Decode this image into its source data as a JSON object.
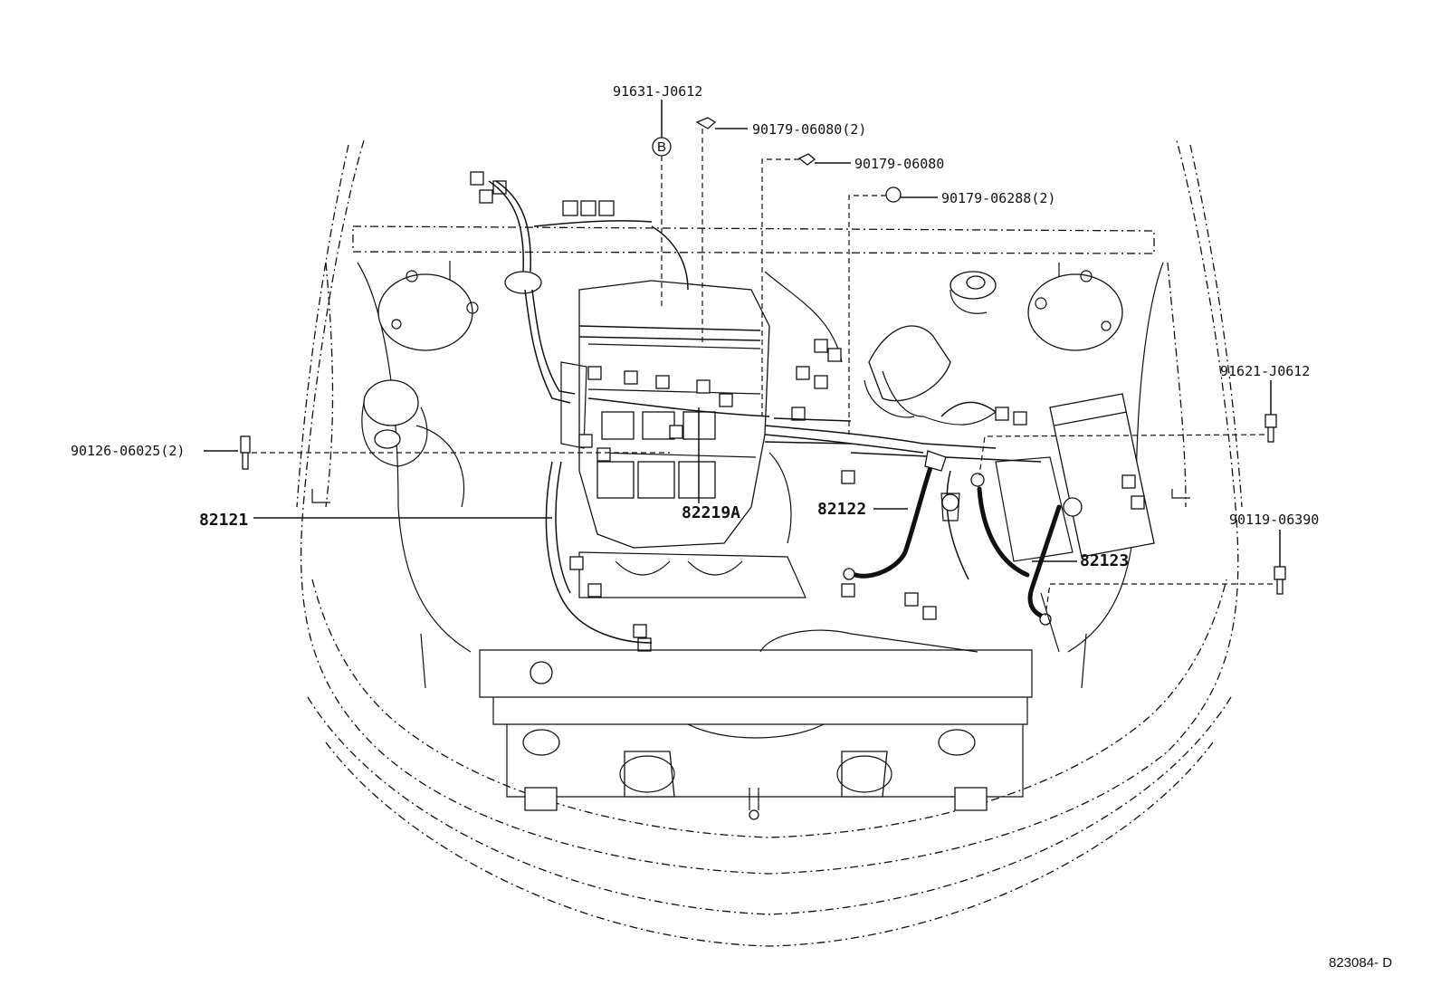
{
  "diagram": {
    "callouts": {
      "p91631": "91631-J0612",
      "b_marker": "B",
      "p90179a": "90179-06080(2)",
      "p90179b": "90179-06080",
      "p90179c": "90179-06288(2)",
      "p91621": "91621-J0612",
      "p90126": "90126-06025(2)",
      "p82121": "82121",
      "p82219a": "82219A",
      "p82122": "82122",
      "p82123": "82123",
      "p90119": "90119-06390"
    },
    "reference_code": "823084- D"
  }
}
